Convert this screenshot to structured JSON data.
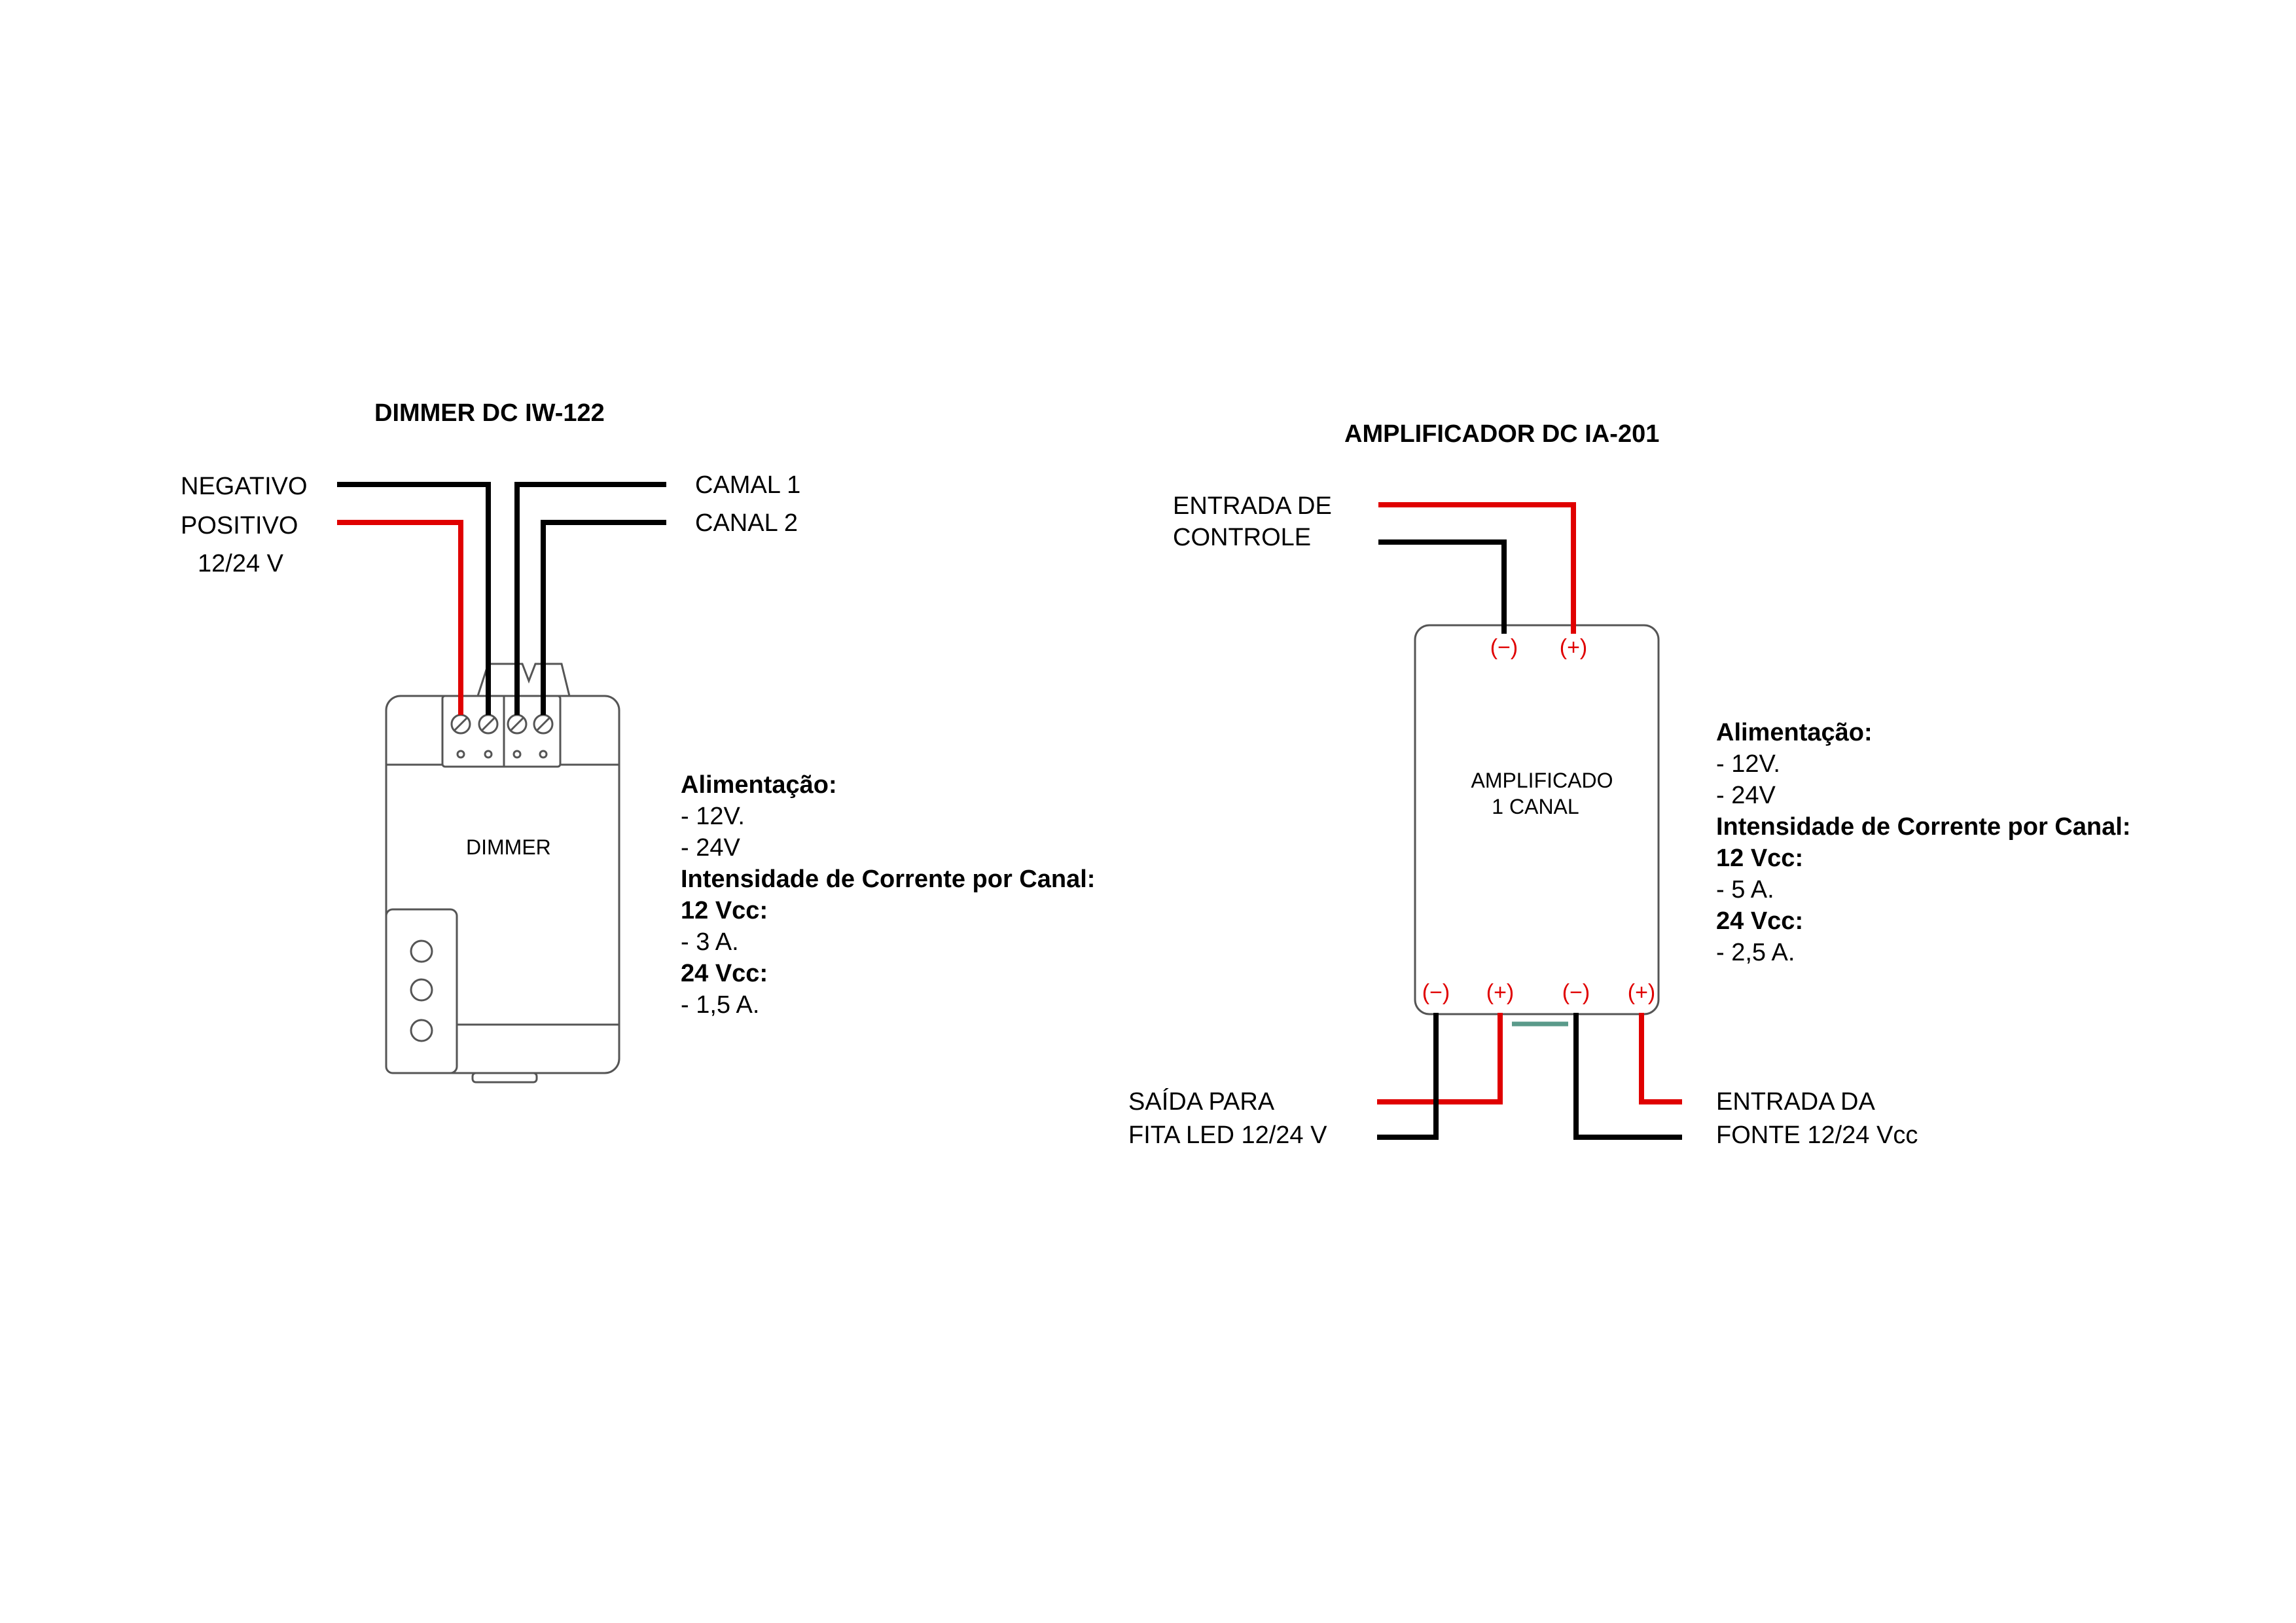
{
  "dimmer": {
    "title": "DIMMER DC IW-122",
    "device_label": "DIMMER",
    "wires": {
      "negativo": "NEGATIVO",
      "positivo": "POSITIVO",
      "voltage": "12/24 V",
      "canal1": "CAMAL 1",
      "canal2": "CANAL 2"
    },
    "specs": [
      {
        "text": "Alimentação:",
        "bold": true
      },
      {
        "text": "- 12V.",
        "bold": false
      },
      {
        "text": "- 24V",
        "bold": false
      },
      {
        "text": "Intensidade de Corrente por Canal:",
        "bold": true
      },
      {
        "text": "12 Vcc:",
        "bold": true
      },
      {
        "text": "- 3 A.",
        "bold": false
      },
      {
        "text": "24 Vcc:",
        "bold": true
      },
      {
        "text": "- 1,5 A.",
        "bold": false
      }
    ]
  },
  "amplificador": {
    "title": "AMPLIFICADOR DC IA-201",
    "device_label_1": "AMPLIFICADO",
    "device_label_2": "1   CANAL",
    "control": {
      "line1": "ENTRADA DE",
      "line2": "CONTROLE"
    },
    "output": {
      "line1": "SAÍDA PARA",
      "line2": "FITA LED 12/24 V"
    },
    "source": {
      "line1": "ENTRADA DA",
      "line2": "FONTE 12/24 Vcc"
    },
    "polarity": {
      "neg": "(−)",
      "pos": "(+)"
    },
    "specs": [
      {
        "text": "Alimentação:",
        "bold": true
      },
      {
        "text": "- 12V.",
        "bold": false
      },
      {
        "text": "- 24V",
        "bold": false
      },
      {
        "text": "Intensidade de Corrente por Canal:",
        "bold": true
      },
      {
        "text": "12 Vcc:",
        "bold": true
      },
      {
        "text": "- 5 A.",
        "bold": false
      },
      {
        "text": "24 Vcc:",
        "bold": true
      },
      {
        "text": "- 2,5 A.",
        "bold": false
      }
    ]
  },
  "colors": {
    "positive_wire": "#e00000",
    "negative_wire": "#000000",
    "outline": "#555555",
    "jumper": "#5a9a8a"
  }
}
